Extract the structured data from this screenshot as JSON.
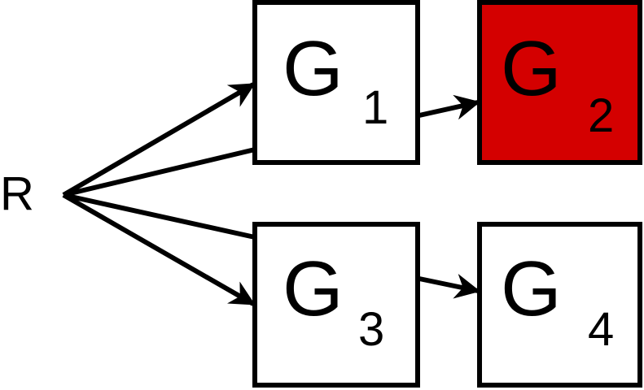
{
  "root": {
    "label": "R"
  },
  "nodes": {
    "g1": {
      "letter": "G",
      "subscript": "1",
      "fill": "#ffffff"
    },
    "g2": {
      "letter": "G",
      "subscript": "2",
      "fill": "#d40000"
    },
    "g3": {
      "letter": "G",
      "subscript": "3",
      "fill": "#ffffff"
    },
    "g4": {
      "letter": "G",
      "subscript": "4",
      "fill": "#ffffff"
    }
  },
  "colors": {
    "stroke": "#000000",
    "highlight": "#d40000"
  }
}
